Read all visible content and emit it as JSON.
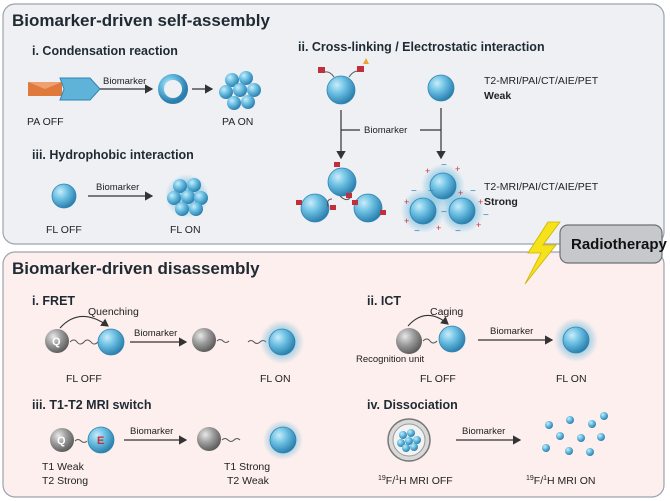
{
  "top": {
    "title": "Biomarker-driven self-assembly",
    "condensation": {
      "heading": "i. Condensation reaction",
      "arrow_label": "Biomarker",
      "off": "PA OFF",
      "on": "PA ON"
    },
    "crosslink": {
      "heading": "ii. Cross-linking / Electrostatic interaction",
      "arrow_label": "Biomarker",
      "modalities_top": "T2-MRI/PAI/CT/AIE/PET",
      "weak": "Weak",
      "modalities_bottom": "T2-MRI/PAI/CT/AIE/PET",
      "strong": "Strong"
    },
    "hydrophobic": {
      "heading": "iii. Hydrophobic interaction",
      "arrow_label": "Biomarker",
      "off": "FL OFF",
      "on": "FL ON"
    }
  },
  "radiotherapy": "Radiotherapy",
  "bottom": {
    "title": "Biomarker-driven disassembly",
    "fret": {
      "heading": "i. FRET",
      "quench": "Quenching",
      "arrow_label": "Biomarker",
      "q": "Q",
      "off": "FL OFF",
      "on": "FL ON"
    },
    "ict": {
      "heading": "ii. ICT",
      "caging": "Caging",
      "arrow_label": "Biomarker",
      "recognition": "Recognition unit",
      "off": "FL OFF",
      "on": "FL ON"
    },
    "t1t2": {
      "heading": "iii. T1-T2 MRI switch",
      "arrow_label": "Biomarker",
      "q": "Q",
      "e": "E",
      "left1": "T1 Weak",
      "left2": "T2 Strong",
      "right1": "T1 Strong",
      "right2": "T2 Weak"
    },
    "dissociation": {
      "heading": "iv. Dissociation",
      "arrow_label": "Biomarker",
      "off_sup": "19",
      "off_mid": "F/",
      "off_sup2": "1",
      "off_tail": "H MRI OFF",
      "on_sup": "19",
      "on_mid": "F/",
      "on_sup2": "1",
      "on_tail": "H MRI ON"
    }
  },
  "colors": {
    "sphere": "#5fb3d9",
    "sphere_dark": "#2f86b3",
    "gray": "#8a8a8a",
    "panel_top": "#eef0f4",
    "panel_bottom": "#fcefed",
    "bolt": "#f6e21a"
  }
}
